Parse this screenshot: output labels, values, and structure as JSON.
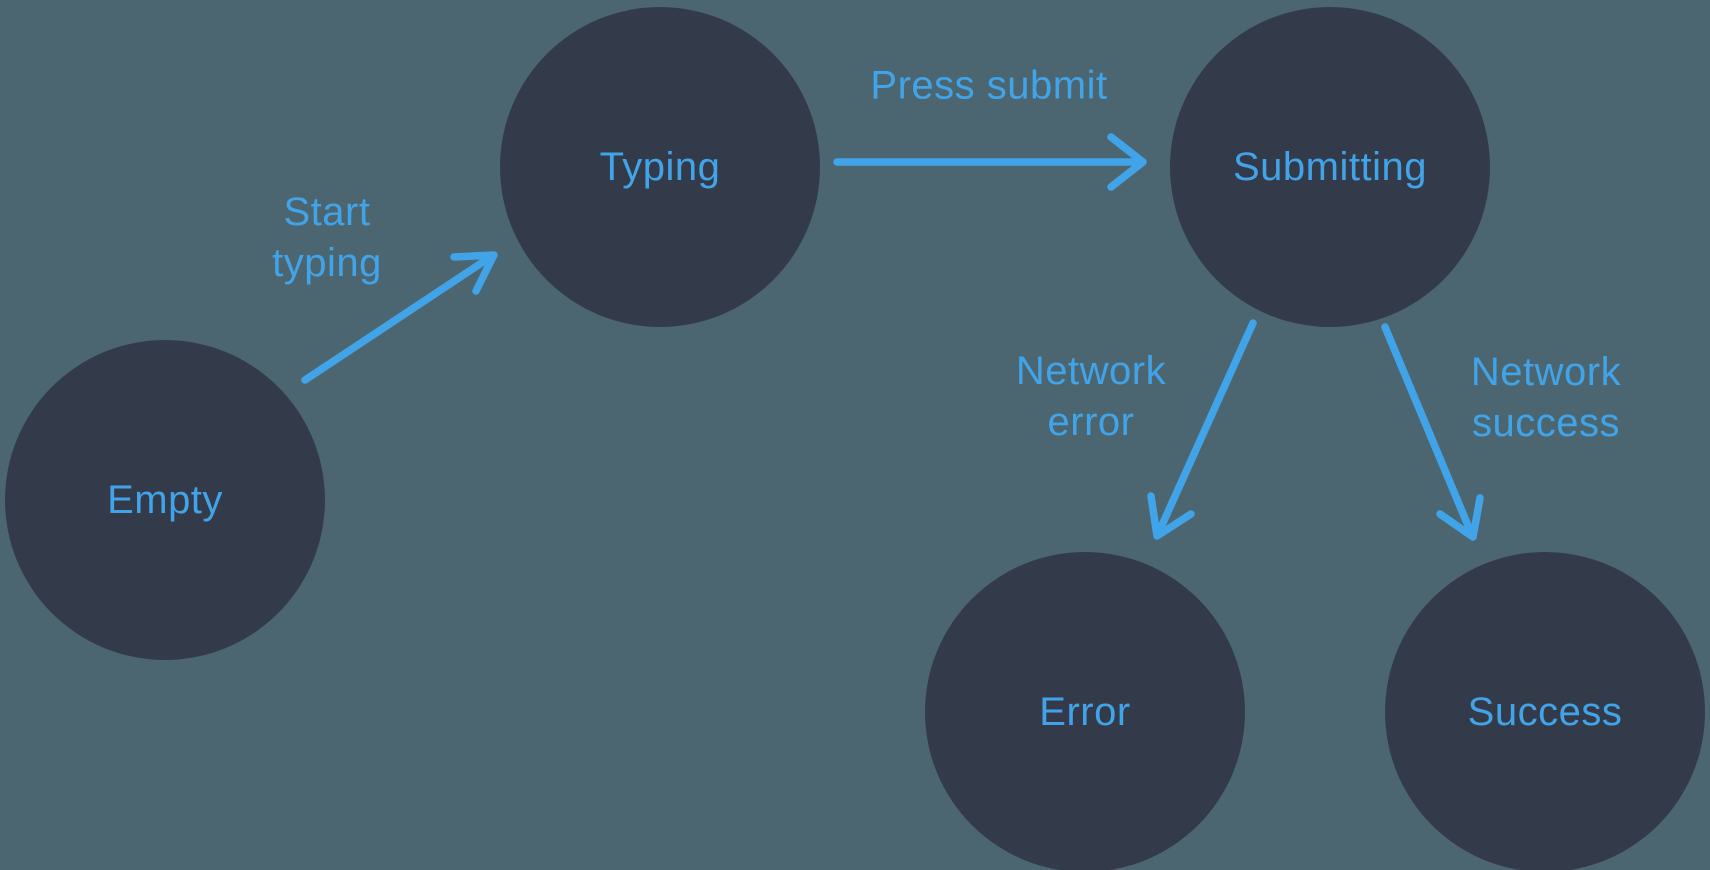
{
  "diagram": {
    "type": "state-machine",
    "colors": {
      "background": "#4c6671",
      "node_fill": "#333b4a",
      "accent": "#41a3e8"
    },
    "states": [
      {
        "id": "empty",
        "label": "Empty"
      },
      {
        "id": "typing",
        "label": "Typing"
      },
      {
        "id": "submitting",
        "label": "Submitting"
      },
      {
        "id": "error",
        "label": "Error"
      },
      {
        "id": "success",
        "label": "Success"
      }
    ],
    "transitions": [
      {
        "from": "empty",
        "to": "typing",
        "label": "Start typing"
      },
      {
        "from": "typing",
        "to": "submitting",
        "label": "Press submit"
      },
      {
        "from": "submitting",
        "to": "error",
        "label": "Network error"
      },
      {
        "from": "submitting",
        "to": "success",
        "label": "Network success"
      }
    ]
  }
}
